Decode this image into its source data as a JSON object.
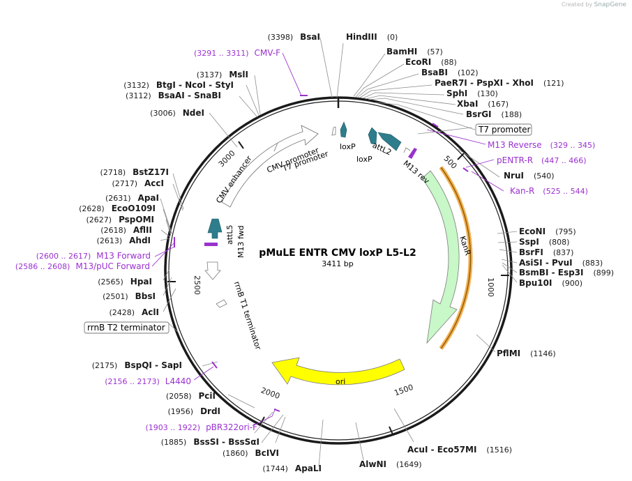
{
  "credit": {
    "prefix": "Created by",
    "brand": "SnapGene"
  },
  "plasmid": {
    "name": "pMuLE ENTR CMV loxP L5-L2",
    "length_label": "3411 bp",
    "length": 3411
  },
  "ticks": [
    "500",
    "1000",
    "1500",
    "2000",
    "2500",
    "3000"
  ],
  "sites": [
    {
      "name": "HindIII",
      "pos": "(0)"
    },
    {
      "name": "BamHI",
      "pos": "(57)"
    },
    {
      "name": "EcoRI",
      "pos": "(88)"
    },
    {
      "name": "BsaBI",
      "pos": "(102)"
    },
    {
      "name": "PaeR7I  -  PspXI  -  XhoI",
      "pos": "(121)"
    },
    {
      "name": "SphI",
      "pos": "(130)"
    },
    {
      "name": "XbaI",
      "pos": "(167)"
    },
    {
      "name": "BsrGI",
      "pos": "(188)"
    },
    {
      "name": "NruI",
      "pos": "(540)"
    },
    {
      "name": "EcoNI",
      "pos": "(795)"
    },
    {
      "name": "SspI",
      "pos": "(808)"
    },
    {
      "name": "BsrFI",
      "pos": "(837)"
    },
    {
      "name": "AsiSI  -  PvuI",
      "pos": "(883)"
    },
    {
      "name": "BsmBI  -  Esp3I",
      "pos": "(899)"
    },
    {
      "name": "Bpu10I",
      "pos": "(900)"
    },
    {
      "name": "PflMI",
      "pos": "(1146)"
    },
    {
      "name": "AcuI  -  Eco57MI",
      "pos": "(1516)"
    },
    {
      "name": "AlwNI",
      "pos": "(1649)"
    },
    {
      "name": "ApaLI",
      "pos": "(1744)"
    },
    {
      "name": "BcIVI",
      "pos": "(1860)"
    },
    {
      "name": "BssSI  -  BssSαI",
      "pos": "(1885)"
    },
    {
      "name": "DrdI",
      "pos": "(1956)"
    },
    {
      "name": "PciI",
      "pos": "(2058)"
    },
    {
      "name": "BspQI  -  SapI",
      "pos": "(2175)"
    },
    {
      "name": "AclI",
      "pos": "(2428)"
    },
    {
      "name": "BbsI",
      "pos": "(2501)"
    },
    {
      "name": "HpaI",
      "pos": "(2565)"
    },
    {
      "name": "AhdI",
      "pos": "(2613)"
    },
    {
      "name": "AflII",
      "pos": "(2618)"
    },
    {
      "name": "PspOMI",
      "pos": "(2627)"
    },
    {
      "name": "EcoO109I",
      "pos": "(2628)"
    },
    {
      "name": "ApaI",
      "pos": "(2631)"
    },
    {
      "name": "AccI",
      "pos": "(2717)"
    },
    {
      "name": "BstZ17I",
      "pos": "(2718)"
    },
    {
      "name": "NdeI",
      "pos": "(3006)"
    },
    {
      "name": "BsaAI  -  SnaBI",
      "pos": "(3112)"
    },
    {
      "name": "BtgI  -  NcoI  -  StyI",
      "pos": "(3132)"
    },
    {
      "name": "MslI",
      "pos": "(3137)"
    },
    {
      "name": "BsaI",
      "pos": "(3398)"
    }
  ],
  "primers": [
    {
      "name": "CMV-F",
      "range": "(3291 .. 3311)"
    },
    {
      "name": "M13 Reverse",
      "range": "(329 .. 345)"
    },
    {
      "name": "pENTR-R",
      "range": "(447 .. 466)"
    },
    {
      "name": "Kan-R",
      "range": "(525 .. 544)"
    },
    {
      "name": "M13 Forward",
      "range": "(2600 .. 2617)"
    },
    {
      "name": "M13/pUC Forward",
      "range": "(2586 .. 2608)"
    },
    {
      "name": "L4440",
      "range": "(2156 .. 2173)"
    },
    {
      "name": "pBR322ori-F",
      "range": "(1903 .. 1922)"
    }
  ],
  "boxed_labels": [
    "T7 promoter",
    "rrnB T2 terminator"
  ],
  "features": [
    {
      "name": "CMV enhancer"
    },
    {
      "name": "CMV promoter"
    },
    {
      "name": "T7 promoter"
    },
    {
      "name": "loxP"
    },
    {
      "name": "loxP"
    },
    {
      "name": "attL2"
    },
    {
      "name": "M13 rev"
    },
    {
      "name": "KanR"
    },
    {
      "name": "ori"
    },
    {
      "name": "attL5"
    },
    {
      "name": "M13 fwd"
    },
    {
      "name": "rrnB T1 terminator"
    }
  ],
  "colors": {
    "ring": "#1a1a1a",
    "primer": "#9932cc",
    "primer_text": "#9b30d0",
    "kanr": "#c8f7c8",
    "ori": "#ffff00",
    "teal": "#2e7d8c",
    "outline": "#f0a030"
  }
}
